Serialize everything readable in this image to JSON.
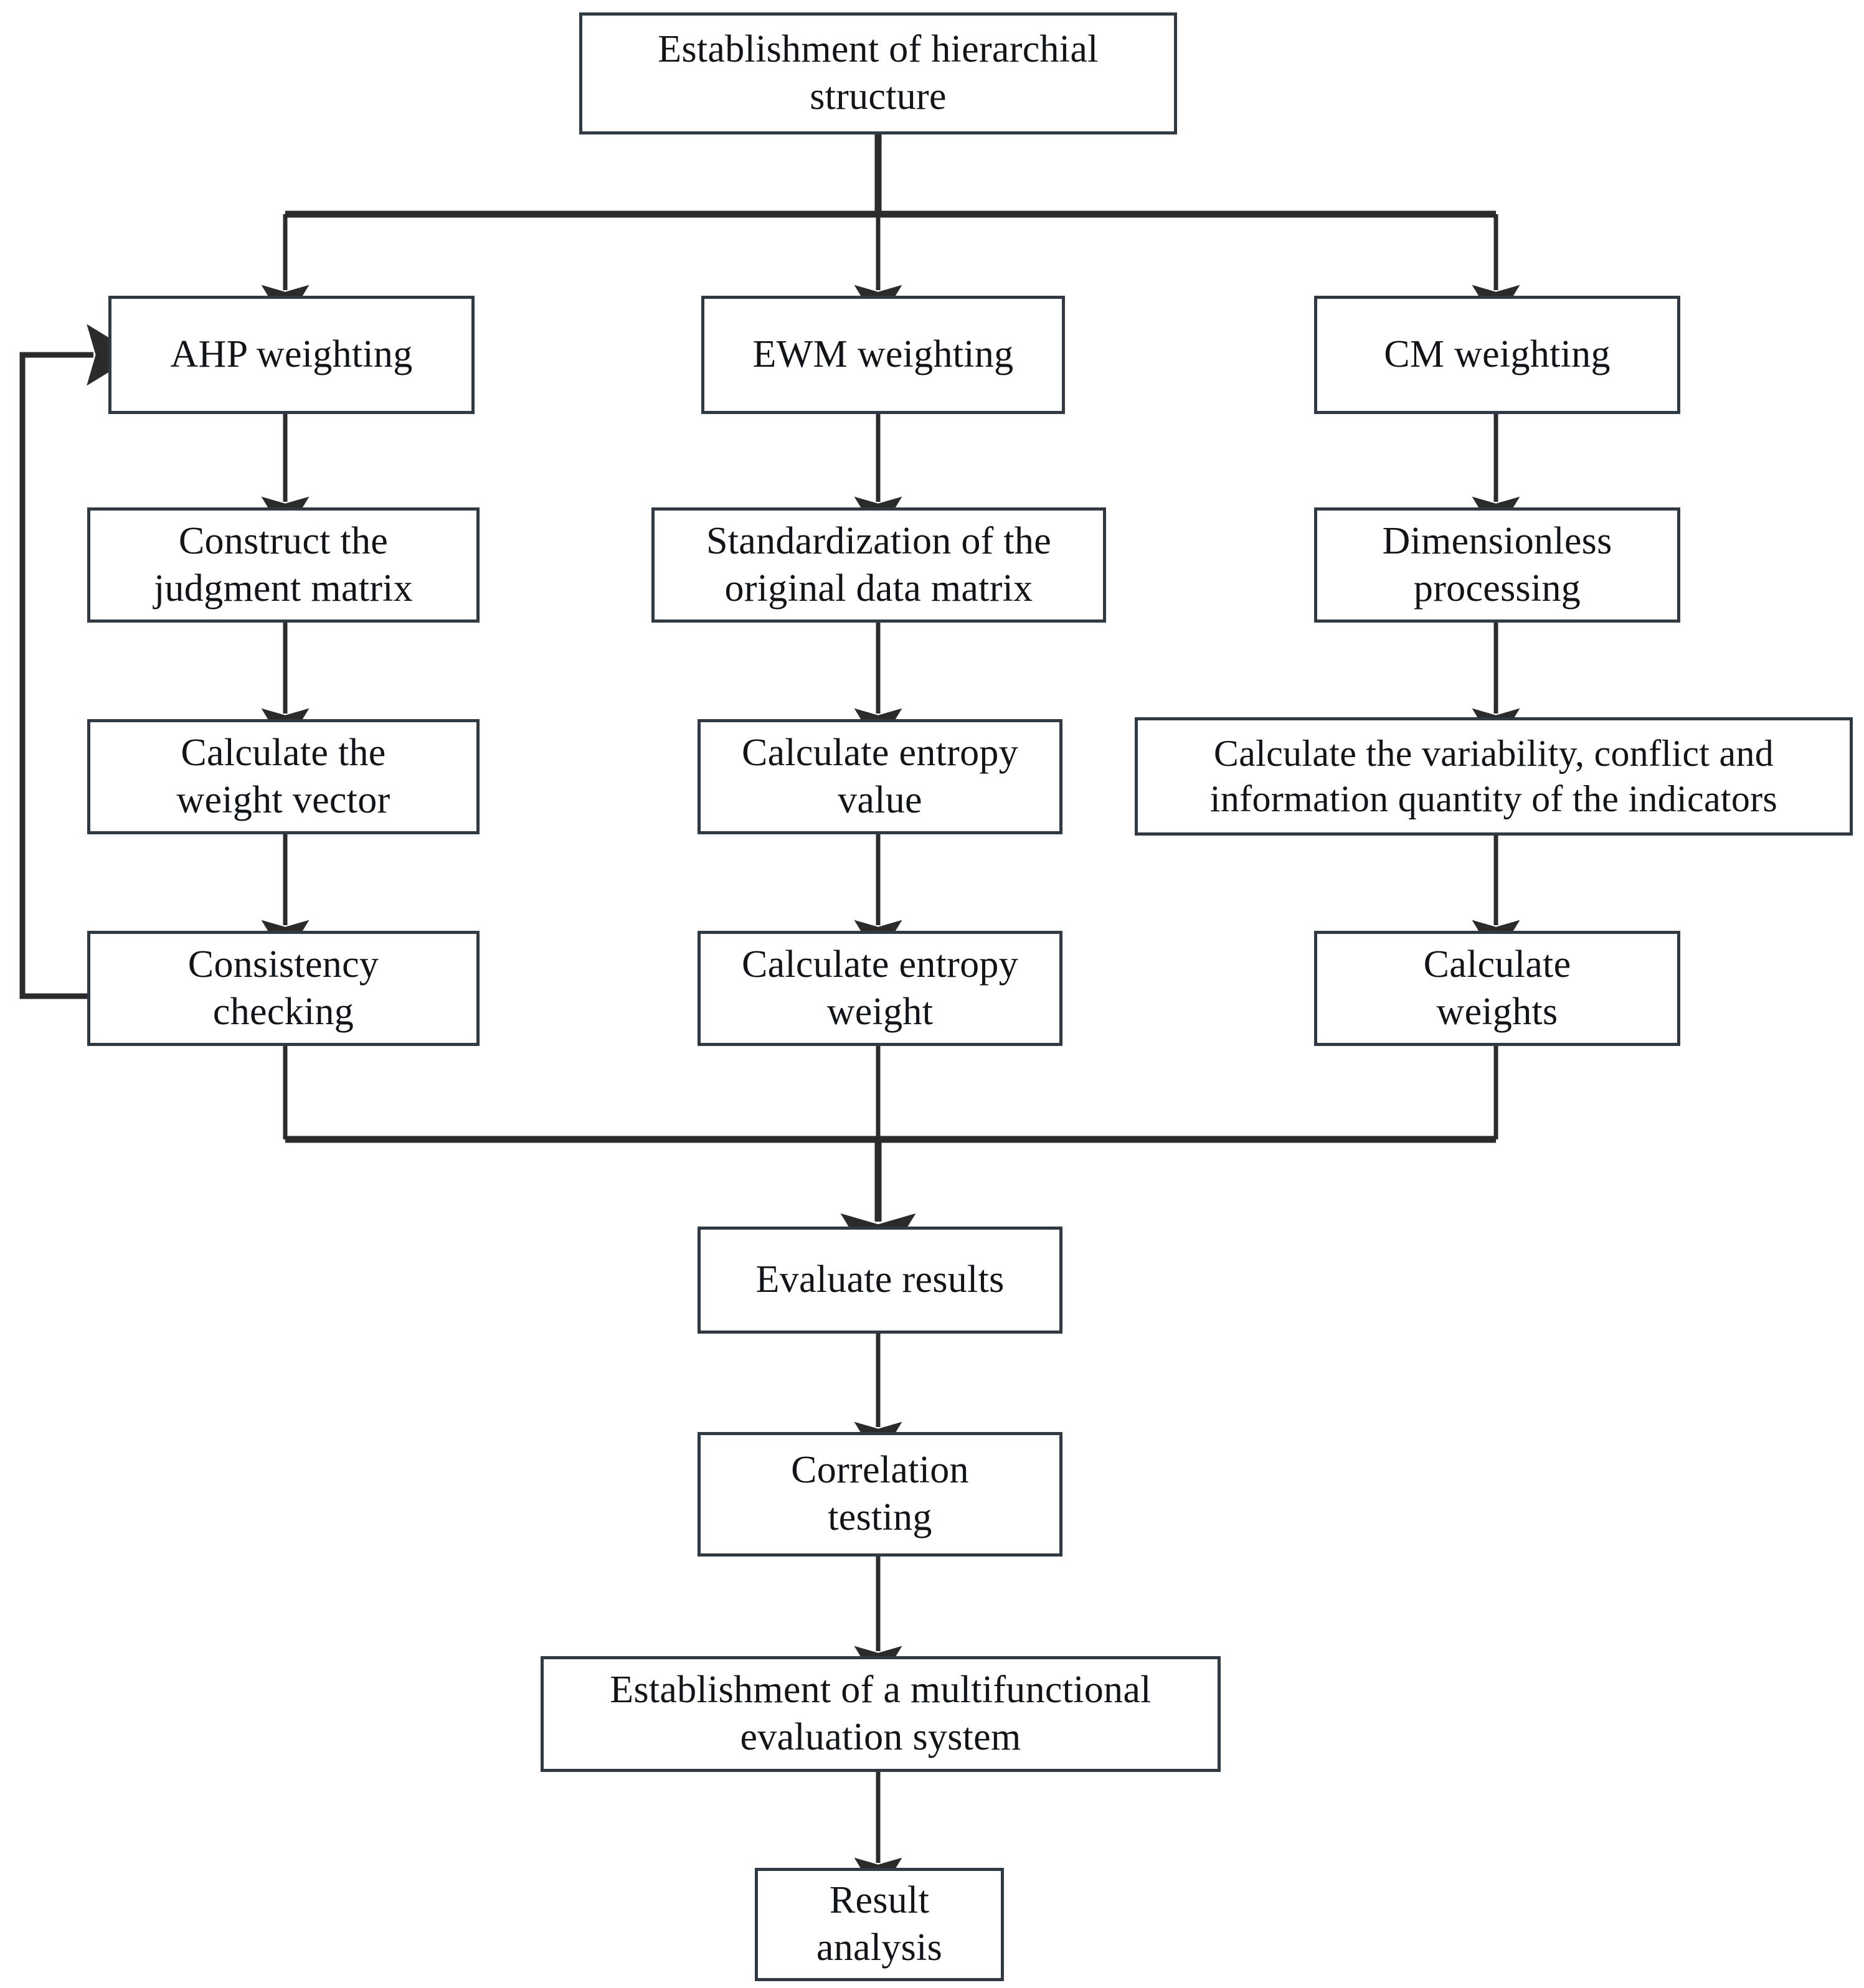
{
  "diagram": {
    "title": "Multifunctional evaluation system weighting flowchart",
    "background_color": "#ffffff",
    "box_border_color": "#2f3a44",
    "connector_color": "#2b2b2b",
    "text_color": "#111418"
  },
  "nodes": {
    "root": {
      "label": "Establishment of hierarchial\nstructure"
    },
    "ahp_weighting": {
      "label": "AHP weighting"
    },
    "ewm_weighting": {
      "label": "EWM weighting"
    },
    "cm_weighting": {
      "label": "CM weighting"
    },
    "construct_judgment_matrix": {
      "label": "Construct the\njudgment matrix"
    },
    "standardization_matrix": {
      "label": "Standardization of the\noriginal data matrix"
    },
    "dimensionless_processing": {
      "label": "Dimensionless\nprocessing"
    },
    "calculate_weight_vector": {
      "label": "Calculate the\nweight vector"
    },
    "calculate_entropy_value": {
      "label": "Calculate entropy\nvalue"
    },
    "calculate_variability": {
      "label": "Calculate the variability, conflict and\ninformation quantity of the indicators"
    },
    "consistency_checking": {
      "label": "Consistency\nchecking"
    },
    "calculate_entropy_weight": {
      "label": "Calculate entropy\nweight"
    },
    "calculate_weights": {
      "label": "Calculate\nweights"
    },
    "evaluate_results": {
      "label": "Evaluate results"
    },
    "correlation_testing": {
      "label": "Correlation\ntesting"
    },
    "multifunctional_system": {
      "label": "Establishment of a multifunctional\nevaluation system"
    },
    "result_analysis": {
      "label": "Result\nanalysis"
    }
  },
  "columns": {
    "ahp": "AHP weighting branch",
    "ewm": "EWM weighting branch",
    "cm": "CM weighting branch"
  },
  "edges": [
    {
      "from": "root",
      "to": "ahp_weighting",
      "type": "fan-out"
    },
    {
      "from": "root",
      "to": "ewm_weighting",
      "type": "fan-out"
    },
    {
      "from": "root",
      "to": "cm_weighting",
      "type": "fan-out"
    },
    {
      "from": "ahp_weighting",
      "to": "construct_judgment_matrix",
      "type": "straight"
    },
    {
      "from": "construct_judgment_matrix",
      "to": "calculate_weight_vector",
      "type": "straight"
    },
    {
      "from": "calculate_weight_vector",
      "to": "consistency_checking",
      "type": "straight"
    },
    {
      "from": "consistency_checking",
      "to": "ahp_weighting",
      "type": "feedback-loop"
    },
    {
      "from": "ewm_weighting",
      "to": "standardization_matrix",
      "type": "straight"
    },
    {
      "from": "standardization_matrix",
      "to": "calculate_entropy_value",
      "type": "straight"
    },
    {
      "from": "calculate_entropy_value",
      "to": "calculate_entropy_weight",
      "type": "straight"
    },
    {
      "from": "cm_weighting",
      "to": "dimensionless_processing",
      "type": "straight"
    },
    {
      "from": "dimensionless_processing",
      "to": "calculate_variability",
      "type": "straight"
    },
    {
      "from": "calculate_variability",
      "to": "calculate_weights",
      "type": "straight"
    },
    {
      "from": "consistency_checking",
      "to": "evaluate_results",
      "type": "merge"
    },
    {
      "from": "calculate_entropy_weight",
      "to": "evaluate_results",
      "type": "merge"
    },
    {
      "from": "calculate_weights",
      "to": "evaluate_results",
      "type": "merge"
    },
    {
      "from": "evaluate_results",
      "to": "correlation_testing",
      "type": "straight"
    },
    {
      "from": "correlation_testing",
      "to": "multifunctional_system",
      "type": "straight"
    },
    {
      "from": "multifunctional_system",
      "to": "result_analysis",
      "type": "straight"
    }
  ]
}
